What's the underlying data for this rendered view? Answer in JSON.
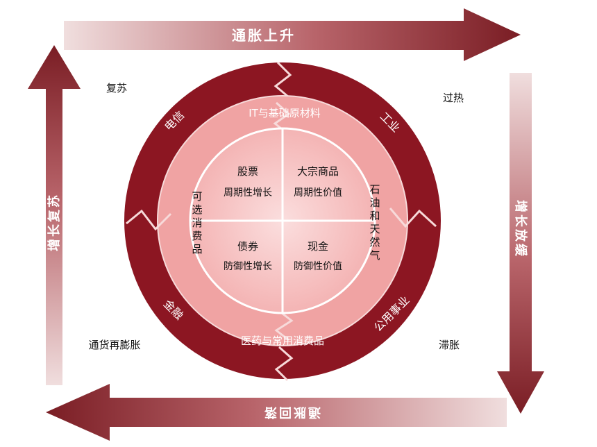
{
  "arrows": {
    "top": "通胀上升",
    "right": "增长放缓",
    "bottom": "通胀回落",
    "left": "增长复苏"
  },
  "phases": {
    "top_left": "复苏",
    "top_right": "过热",
    "bottom_left": "通货再膨胀",
    "bottom_right": "滞胀"
  },
  "outer_ring": {
    "telecom": "电信",
    "industry": "工业",
    "utilities": "公用事业",
    "finance": "金融"
  },
  "middle_ring": {
    "top": "IT与基础原材料",
    "bottom": "医药与常用消费品",
    "left": "可选消费品",
    "right": "石油和天然气"
  },
  "quadrants": {
    "tl_title": "股票",
    "tl_sub": "周期性增长",
    "tr_title": "大宗商品",
    "tr_sub": "周期性价值",
    "bl_title": "债券",
    "bl_sub": "防御性增长",
    "br_title": "现金",
    "br_sub": "防御性价值"
  },
  "colors": {
    "dark_red": "#8c1622",
    "arrow_light": "#efd9d9",
    "arrow_dark": "#7a1d24",
    "mid_pink": "#f0a3a3",
    "inner_pink": "#f8c8c8"
  }
}
